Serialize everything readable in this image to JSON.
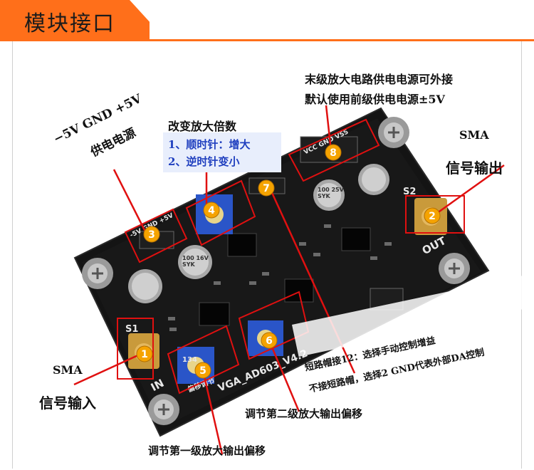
{
  "header": {
    "title": "模块接口"
  },
  "annotations": {
    "power_top_1": "末级放大电路供电电源可外接",
    "power_top_2": "默认使用前级供电电源±5V",
    "supply_1": "−5V GND +5V",
    "supply_2": "供电电源",
    "gain_title": "改变放大倍数",
    "gain_cw": "1、顺时针：增大",
    "gain_ccw": "2、逆时针变小",
    "sma_out_1": "SMA",
    "sma_out_2": "信号输出",
    "sma_in_1": "SMA",
    "sma_in_2": "信号输入",
    "jumper_1": "短路帽接12：选择手动控制增益",
    "jumper_2": "不接短路帽，选择2 GND代表外部DA控制",
    "offset_2": "调节第二级放大输出偏移",
    "offset_1": "调节第一级放大输出偏移"
  },
  "markers": [
    "1",
    "2",
    "3",
    "4",
    "5",
    "6",
    "7",
    "8"
  ],
  "board": {
    "name": "VGA_AD603_V4.2",
    "out_label": "OUT",
    "in_label": "IN",
    "s1": "S1",
    "s2": "S2",
    "pins_power": "-5V GND +5V",
    "pins_vcc": "VCC GND VSS",
    "cap_1": "100 16V SYK",
    "cap_2": "100 25V SYK",
    "pot": "134",
    "offset_text": "偏移调节"
  },
  "colors": {
    "accent": "#ff6f1a",
    "marker": "#f5a300",
    "pointer": "#e01010",
    "pcb": "#151515",
    "pot": "#2a55c8"
  }
}
